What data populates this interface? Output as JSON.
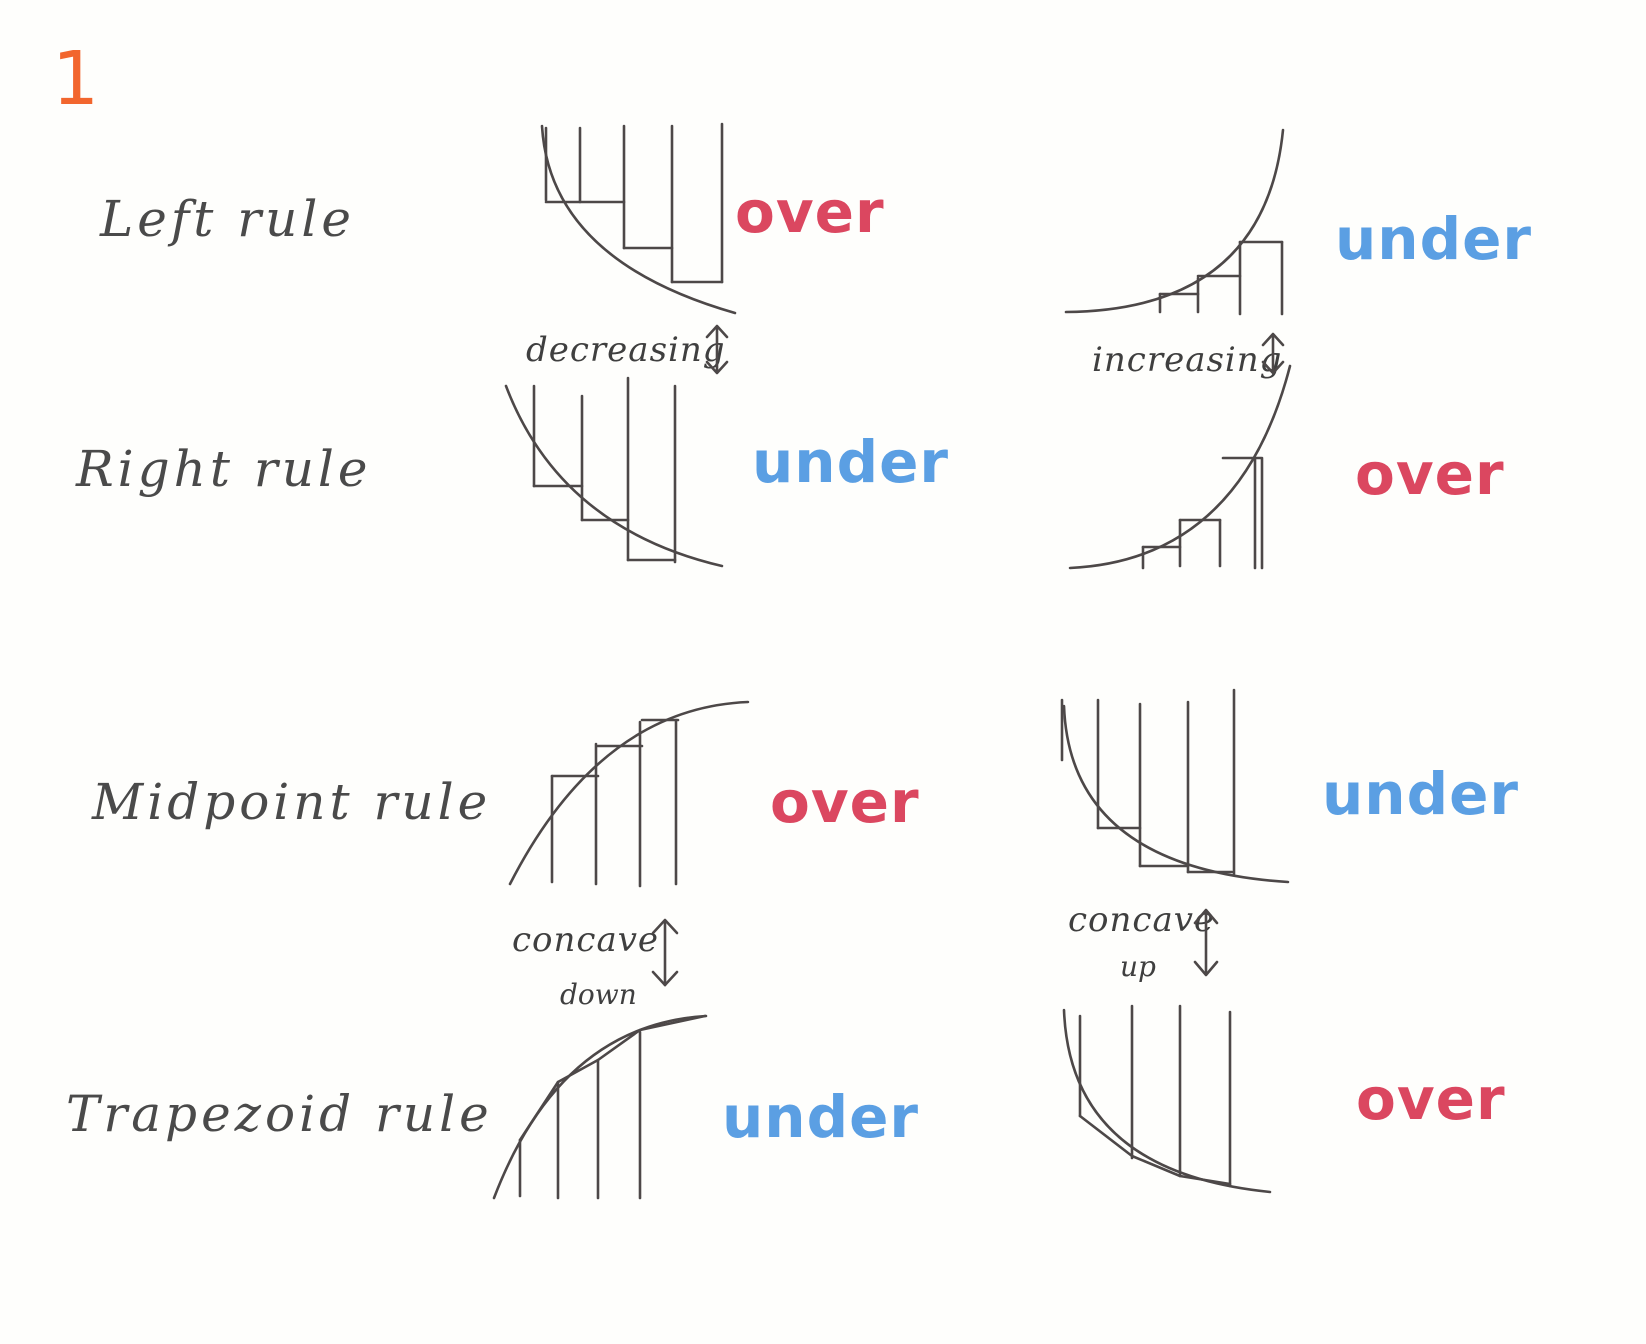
{
  "page_number": "1",
  "rules": {
    "left": "Left  rule",
    "right": "Right  rule",
    "midpoint": "Midpoint  rule",
    "trapezoid": "Trapezoid  rule"
  },
  "verdicts": {
    "left_decreasing": "over",
    "left_increasing": "under",
    "right_decreasing": "under",
    "right_increasing": "over",
    "midpoint_concave_down": "over",
    "midpoint_concave_up": "under",
    "trapezoid_concave_down": "under",
    "trapezoid_concave_up": "over"
  },
  "hints": {
    "decreasing": "decreasing",
    "increasing": "increasing",
    "concave_down_line1": "concave",
    "concave_down_line2": "down",
    "concave_up_line1": "concave",
    "concave_up_line2": "up"
  },
  "colors": {
    "over": "#db4760",
    "under": "#5b9fe3",
    "page_number": "#f2662e",
    "ink": "#4d4848"
  }
}
